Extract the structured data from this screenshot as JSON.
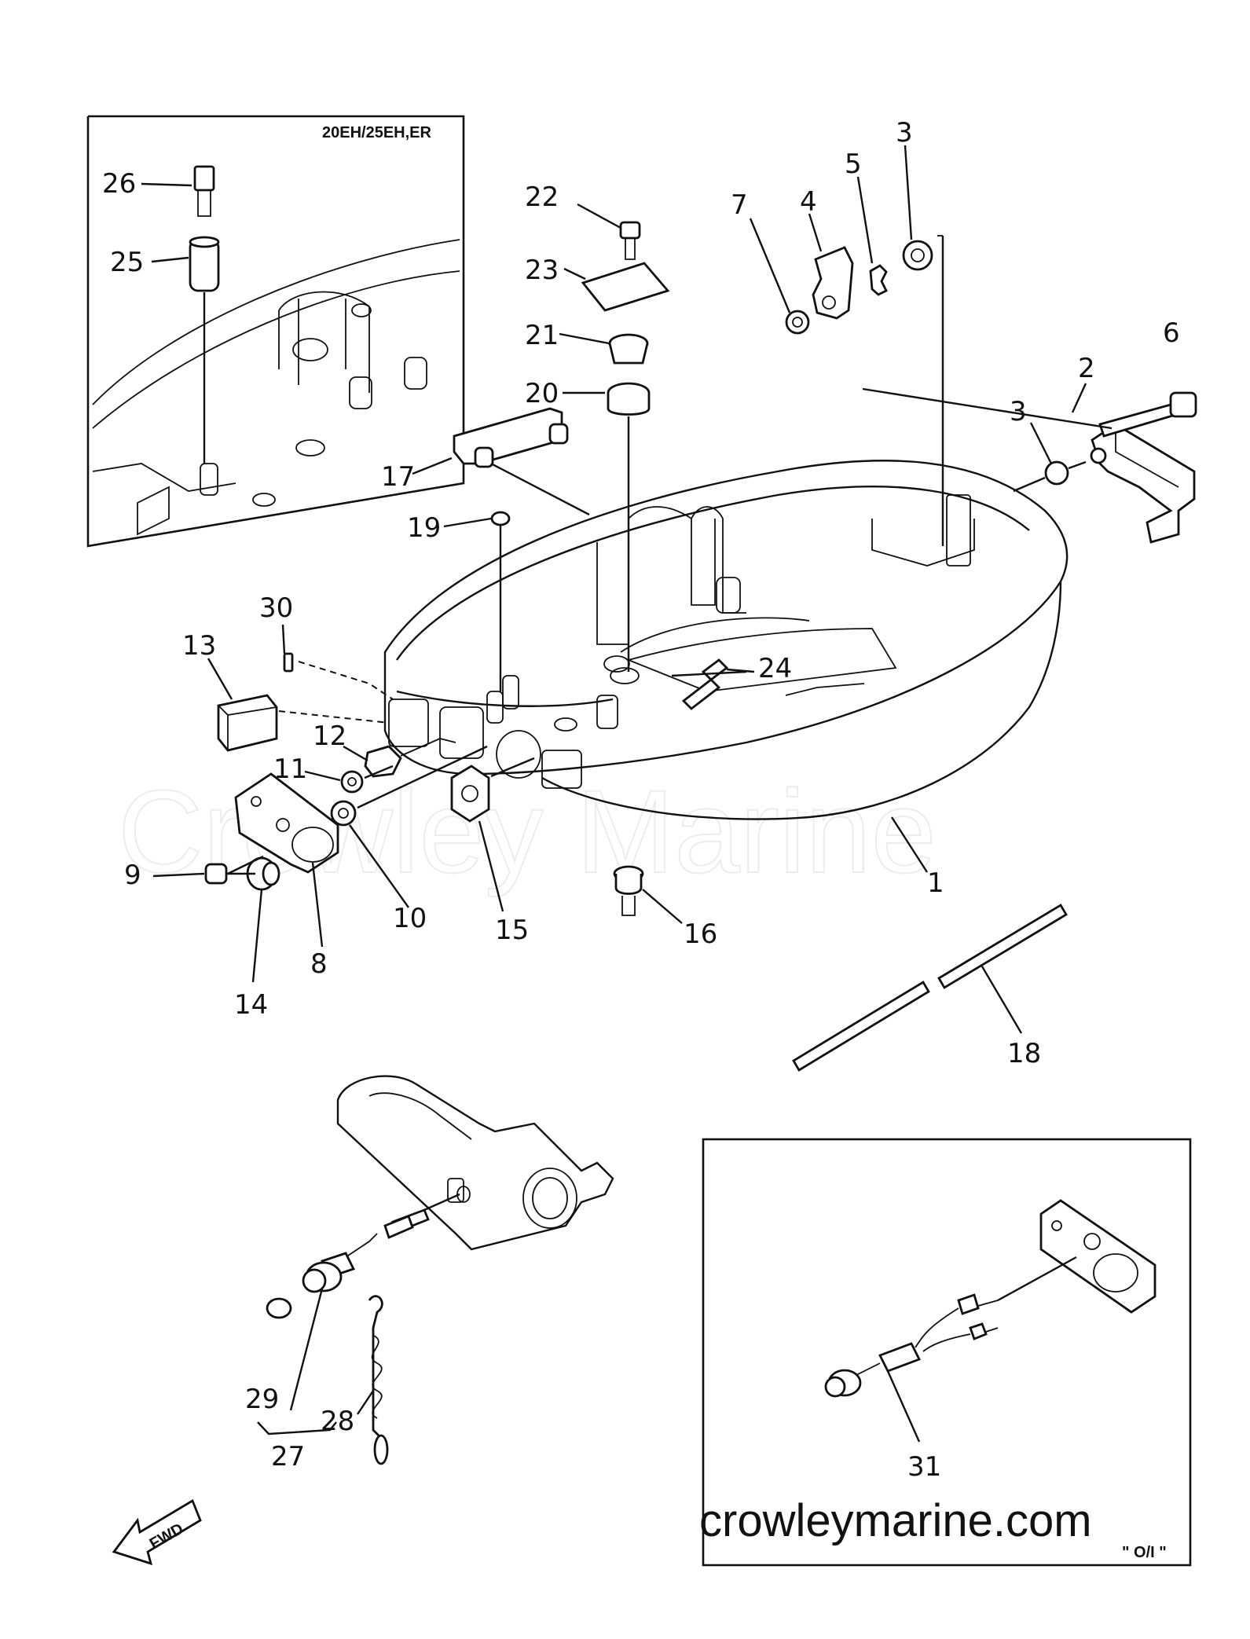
{
  "diagram": {
    "inset_top_label": "20EH/25EH,ER",
    "inset_bottom_label": "\" O/I \"",
    "fwd_label": "FWD",
    "watermark": "Crowley Marine",
    "site": "crowleymarine.com",
    "callouts": [
      {
        "id": "1",
        "text": "1"
      },
      {
        "id": "2",
        "text": "2"
      },
      {
        "id": "3a",
        "text": "3"
      },
      {
        "id": "3b",
        "text": "3"
      },
      {
        "id": "4",
        "text": "4"
      },
      {
        "id": "5",
        "text": "5"
      },
      {
        "id": "6",
        "text": "6"
      },
      {
        "id": "7",
        "text": "7"
      },
      {
        "id": "8",
        "text": "8"
      },
      {
        "id": "9",
        "text": "9"
      },
      {
        "id": "10",
        "text": "10"
      },
      {
        "id": "11",
        "text": "11"
      },
      {
        "id": "12",
        "text": "12"
      },
      {
        "id": "13",
        "text": "13"
      },
      {
        "id": "14",
        "text": "14"
      },
      {
        "id": "15",
        "text": "15"
      },
      {
        "id": "16",
        "text": "16"
      },
      {
        "id": "17",
        "text": "17"
      },
      {
        "id": "18",
        "text": "18"
      },
      {
        "id": "19",
        "text": "19"
      },
      {
        "id": "20",
        "text": "20"
      },
      {
        "id": "21",
        "text": "21"
      },
      {
        "id": "22",
        "text": "22"
      },
      {
        "id": "23",
        "text": "23"
      },
      {
        "id": "24",
        "text": "24"
      },
      {
        "id": "25",
        "text": "25"
      },
      {
        "id": "26",
        "text": "26"
      },
      {
        "id": "27",
        "text": "27"
      },
      {
        "id": "28",
        "text": "28"
      },
      {
        "id": "29",
        "text": "29"
      },
      {
        "id": "30",
        "text": "30"
      },
      {
        "id": "31",
        "text": "31"
      }
    ]
  }
}
